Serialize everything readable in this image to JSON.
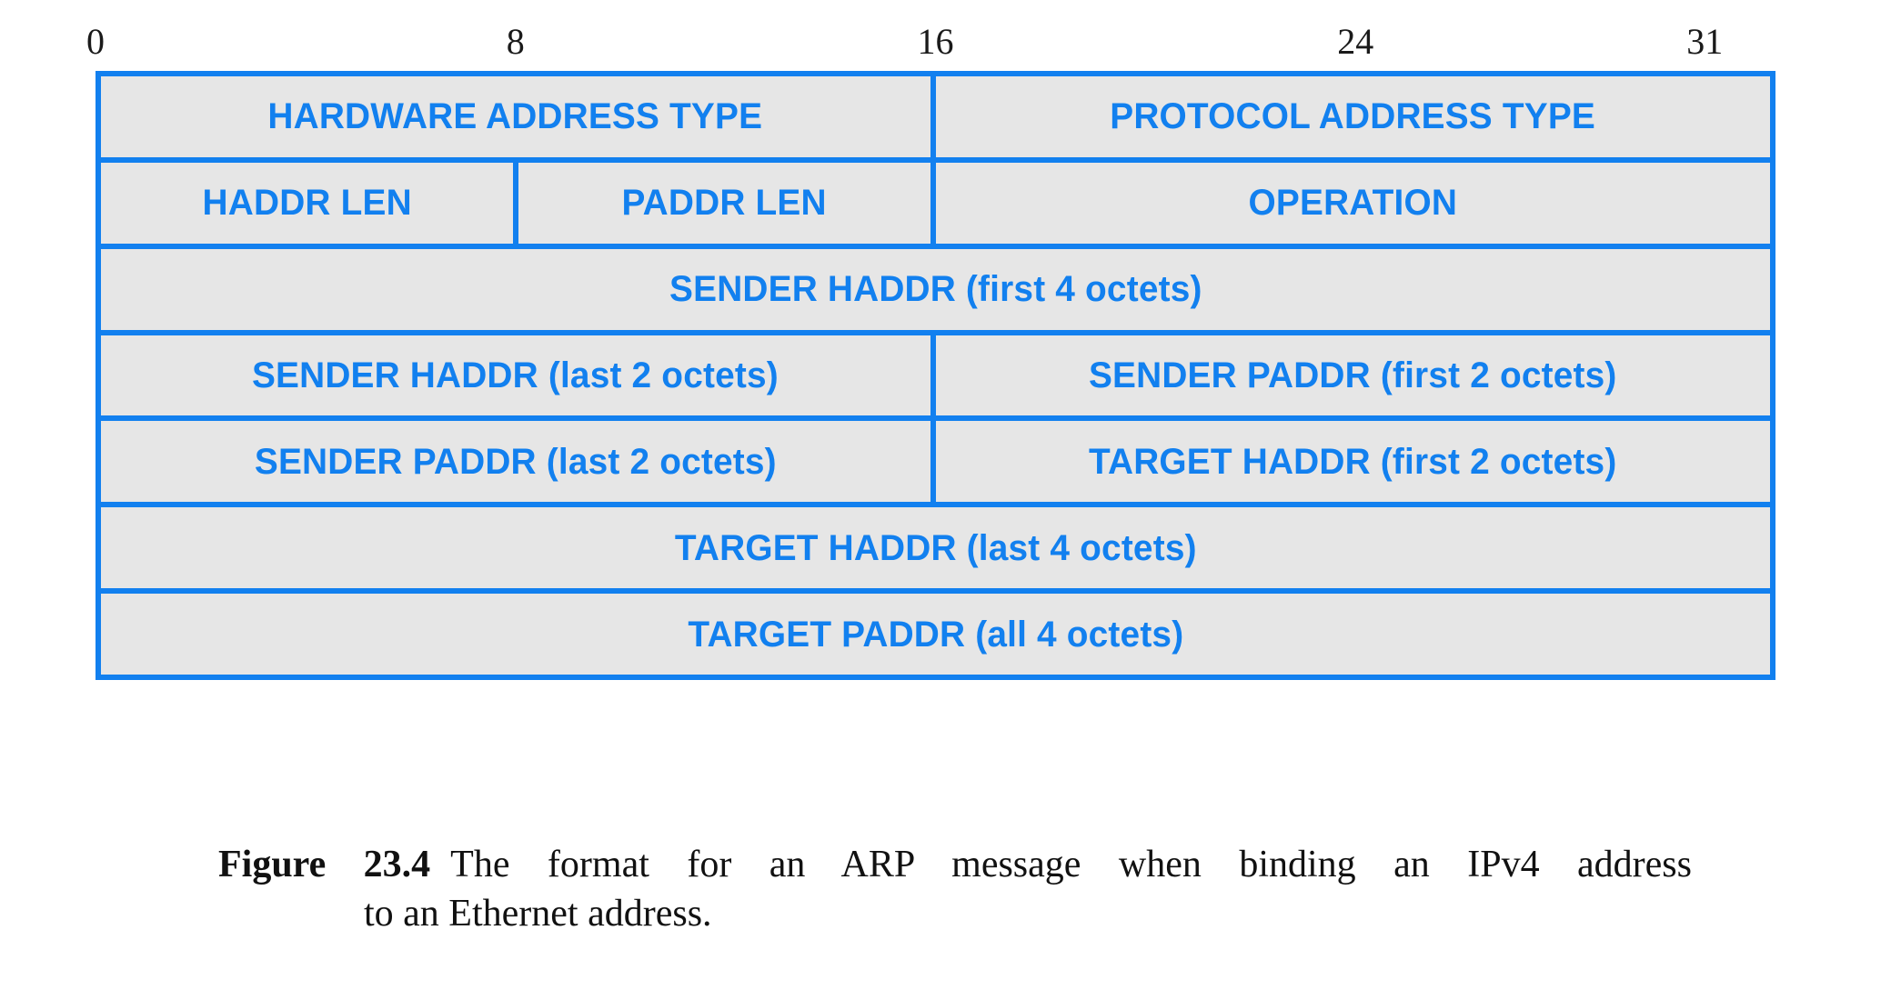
{
  "bit_scale": {
    "name": "bit-offset-ruler",
    "ticks": [
      {
        "label": "0",
        "bit": 0,
        "align": "start"
      },
      {
        "label": "8",
        "bit": 8,
        "align": "mid"
      },
      {
        "label": "16",
        "bit": 16,
        "align": "mid"
      },
      {
        "label": "24",
        "bit": 24,
        "align": "mid"
      },
      {
        "label": "31",
        "bit": 31,
        "align": "end"
      }
    ]
  },
  "colors": {
    "field_border": "#1280ef",
    "field_text": "#1280ef",
    "field_fill": "#e6e6e6",
    "scale_text": "#1a1a1a",
    "caption_text": "#111111",
    "page_background": "#ffffff"
  },
  "packet": {
    "name": "arp-message-format",
    "total_bits_per_row": 32,
    "rows": [
      {
        "index": 0,
        "cells": [
          {
            "label": "HARDWARE ADDRESS TYPE",
            "width": "half",
            "bits": "0-15"
          },
          {
            "label": "PROTOCOL ADDRESS TYPE",
            "width": "half",
            "bits": "16-31"
          }
        ]
      },
      {
        "index": 1,
        "cells": [
          {
            "label": "HADDR LEN",
            "width": "quarter",
            "bits": "0-7"
          },
          {
            "label": "PADDR LEN",
            "width": "quarter",
            "bits": "8-15"
          },
          {
            "label": "OPERATION",
            "width": "half",
            "bits": "16-31"
          }
        ]
      },
      {
        "index": 2,
        "cells": [
          {
            "label": "SENDER HADDR (first 4 octets)",
            "width": "full",
            "bits": "0-31"
          }
        ]
      },
      {
        "index": 3,
        "cells": [
          {
            "label": "SENDER HADDR (last 2 octets)",
            "width": "half",
            "bits": "0-15"
          },
          {
            "label": "SENDER PADDR (first 2 octets)",
            "width": "half",
            "bits": "16-31"
          }
        ]
      },
      {
        "index": 4,
        "cells": [
          {
            "label": "SENDER PADDR (last 2 octets)",
            "width": "half",
            "bits": "0-15"
          },
          {
            "label": "TARGET HADDR (first 2 octets)",
            "width": "half",
            "bits": "16-31"
          }
        ]
      },
      {
        "index": 5,
        "cells": [
          {
            "label": "TARGET HADDR (last 4 octets)",
            "width": "full",
            "bits": "0-31"
          }
        ]
      },
      {
        "index": 6,
        "cells": [
          {
            "label": "TARGET PADDR (all 4 octets)",
            "width": "full",
            "bits": "0-31"
          }
        ]
      }
    ]
  },
  "caption": {
    "number": "Figure 23.4",
    "line1": "The format for an ARP message when binding an IPv4 address",
    "line2": "to an Ethernet address."
  }
}
